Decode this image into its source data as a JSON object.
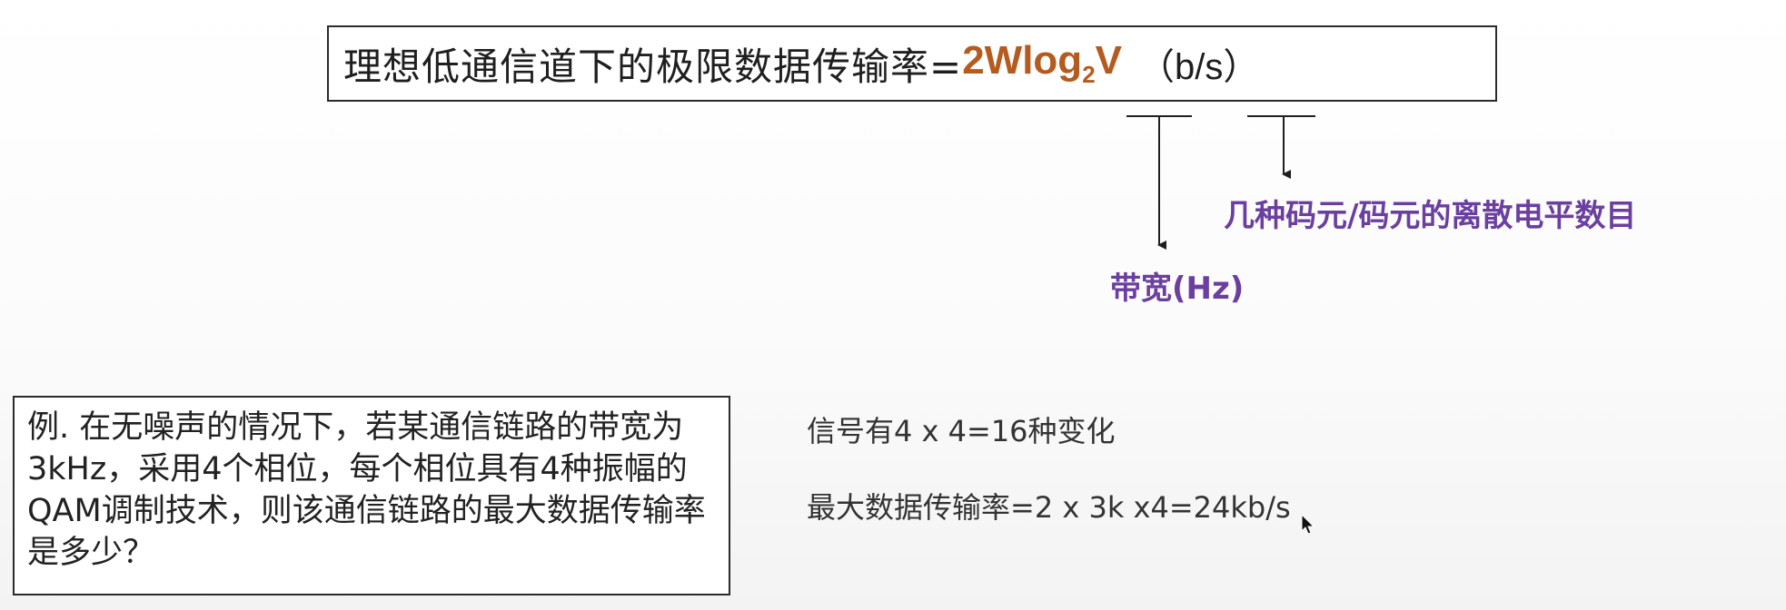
{
  "formula": {
    "text": "理想低通信道下的极限数据传输率=",
    "expr_main": "2Wlog",
    "expr_sub": "2",
    "expr_tail": "V",
    "unit": "（b/s）",
    "expr_color": "#b65b1f"
  },
  "annotations": {
    "bandwidth_label": "带宽(Hz)",
    "levels_label": "几种码元/码元的离散电平数目",
    "label_color": "#6b3fa0"
  },
  "example": {
    "text": "例. 在无噪声的情况下，若某通信链路的带宽为3kHz，采用4个相位，每个相位具有4种振幅的QAM调制技术，则该通信链路的最大数据传输率是多少？"
  },
  "solution": {
    "line1": "信号有4 x 4=16种变化",
    "line2": "最大数据传输率=2 x 3k x4=24kb/s"
  }
}
